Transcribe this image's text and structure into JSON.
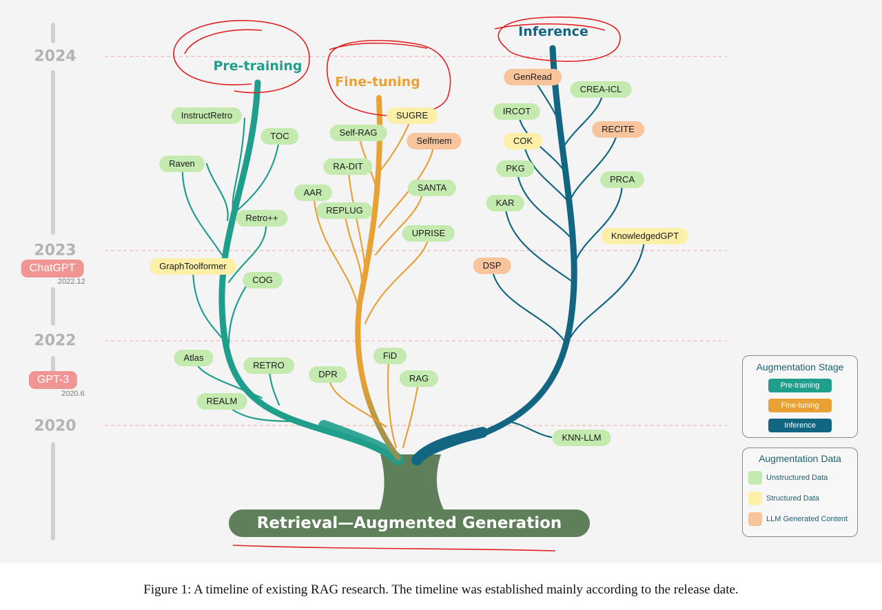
{
  "years": [
    "2024",
    "2023",
    "2022",
    "2020"
  ],
  "milestones": [
    {
      "label": "ChatGPT",
      "date": "2022.12"
    },
    {
      "label": "GPT-3",
      "date": "2020.6"
    }
  ],
  "branches": {
    "pretraining": {
      "title": "Pre-training",
      "color": "#1f9e8c"
    },
    "finetuning": {
      "title": "Fine-tuning",
      "color": "#e8a135"
    },
    "inference": {
      "title": "Inference",
      "color": "#136682"
    }
  },
  "root_label": "Retrieval—Augmented Generation",
  "colors": {
    "unstructured": "#c5eab0",
    "structured": "#fcf0a8",
    "llm_generated": "#f8c49c",
    "trunk": "#5e7f5a",
    "annotation": "#e02020",
    "year_line": "#f2a4a4"
  },
  "leaves": {
    "pretraining": [
      {
        "name": "InstructRetro",
        "type": "unstructured"
      },
      {
        "name": "TOC",
        "type": "unstructured"
      },
      {
        "name": "Raven",
        "type": "unstructured"
      },
      {
        "name": "Retro++",
        "type": "unstructured"
      },
      {
        "name": "GraphToolformer",
        "type": "structured"
      },
      {
        "name": "COG",
        "type": "unstructured"
      },
      {
        "name": "Atlas",
        "type": "unstructured"
      },
      {
        "name": "RETRO",
        "type": "unstructured"
      },
      {
        "name": "REALM",
        "type": "unstructured"
      }
    ],
    "finetuning": [
      {
        "name": "SUGRE",
        "type": "structured"
      },
      {
        "name": "Self-RAG",
        "type": "unstructured"
      },
      {
        "name": "Selfmem",
        "type": "llm_generated"
      },
      {
        "name": "RA-DIT",
        "type": "unstructured"
      },
      {
        "name": "SANTA",
        "type": "unstructured"
      },
      {
        "name": "AAR",
        "type": "unstructured"
      },
      {
        "name": "REPLUG",
        "type": "unstructured"
      },
      {
        "name": "UPRISE",
        "type": "unstructured"
      },
      {
        "name": "FiD",
        "type": "unstructured"
      },
      {
        "name": "DPR",
        "type": "unstructured"
      },
      {
        "name": "RAG",
        "type": "unstructured"
      }
    ],
    "inference": [
      {
        "name": "GenRead",
        "type": "llm_generated"
      },
      {
        "name": "CREA-ICL",
        "type": "unstructured"
      },
      {
        "name": "IRCOT",
        "type": "unstructured"
      },
      {
        "name": "RECITE",
        "type": "llm_generated"
      },
      {
        "name": "COK",
        "type": "structured"
      },
      {
        "name": "PKG",
        "type": "unstructured"
      },
      {
        "name": "PRCA",
        "type": "unstructured"
      },
      {
        "name": "KAR",
        "type": "unstructured"
      },
      {
        "name": "KnowledgedGPT",
        "type": "structured"
      },
      {
        "name": "DSP",
        "type": "llm_generated"
      },
      {
        "name": "KNN-LLM",
        "type": "unstructured"
      }
    ]
  },
  "legend": {
    "stage": {
      "title": "Augmentation Stage",
      "items": [
        "Pre-training",
        "Fine-tuning",
        "Inference"
      ]
    },
    "data": {
      "title": "Augmentation Data",
      "items": [
        "Unstructured Data",
        "Structured Data",
        "LLM Generated Content"
      ]
    }
  },
  "caption": "Figure 1: A timeline of existing RAG research. The timeline was established mainly according to the release date."
}
